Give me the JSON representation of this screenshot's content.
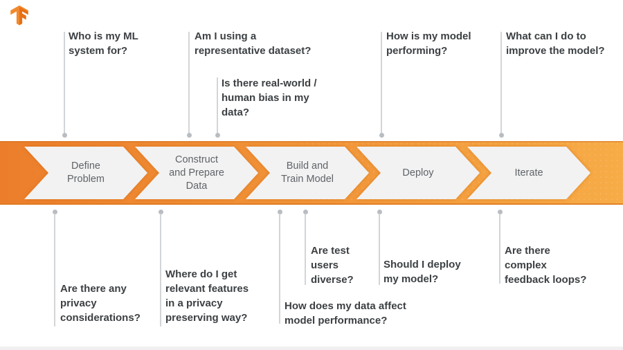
{
  "brand": {
    "name": "TensorFlow",
    "logo_icon": "tensorflow-logo",
    "logo_color_left": "#F18A2F",
    "logo_color_right": "#E76F16"
  },
  "band": {
    "gradient_left": "#EC7E2B",
    "gradient_right": "#F7AC47",
    "chevron_fill": "#F2F2F2",
    "label_color": "#5F6368"
  },
  "question_style": {
    "text_color": "#3C4043",
    "line_color": "#D2D5D8",
    "dot_color": "#B9BDC2"
  },
  "pipeline_stages": [
    {
      "label": "Define\nProblem"
    },
    {
      "label": "Construct\nand Prepare\nData"
    },
    {
      "label": "Build and\nTrain Model"
    },
    {
      "label": "Deploy"
    },
    {
      "label": "Iterate"
    }
  ],
  "top_questions": [
    {
      "text": "Who is my ML\nsystem for?"
    },
    {
      "text": "Am I using a\nrepresentative dataset?"
    },
    {
      "text": "Is there real-world /\nhuman bias in my\ndata?"
    },
    {
      "text": "How is my model\nperforming?"
    },
    {
      "text": "What can I do to\nimprove the model?"
    }
  ],
  "bottom_questions": [
    {
      "text": "Are there any\nprivacy\nconsiderations?"
    },
    {
      "text": "Where do I get\nrelevant features\nin a privacy\npreserving way?"
    },
    {
      "text": "How does my data affect\nmodel performance?"
    },
    {
      "text": "Are test\nusers\ndiverse?"
    },
    {
      "text": "Should I deploy\nmy model?"
    },
    {
      "text": "Are there\ncomplex\nfeedback loops?"
    }
  ]
}
